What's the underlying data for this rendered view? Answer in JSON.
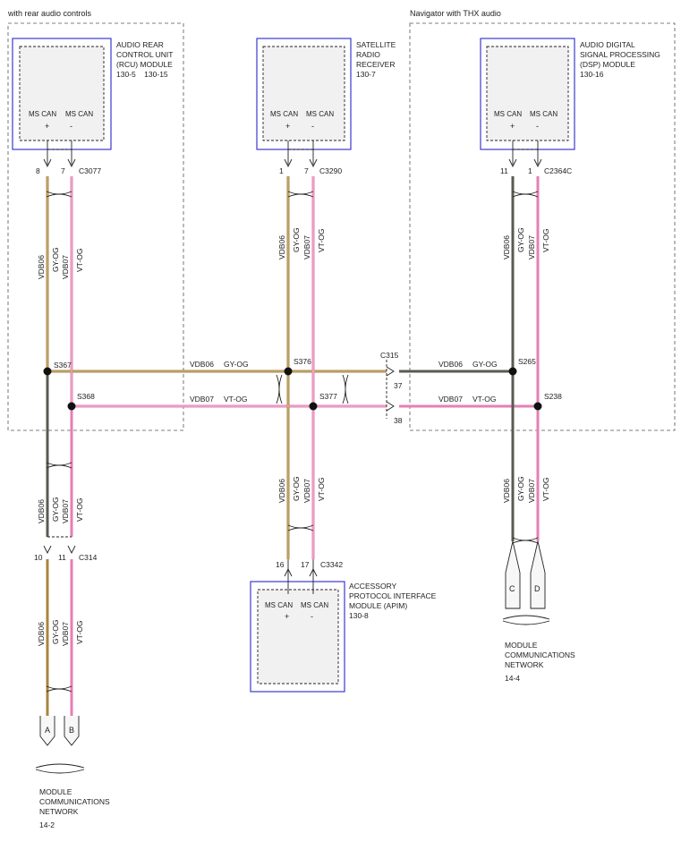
{
  "regions": {
    "rear": "with rear audio controls",
    "thx": "Navigator with THX audio"
  },
  "modules": {
    "rcu": {
      "name_lines": [
        "AUDIO REAR",
        "CONTROL UNIT",
        "(RCU) MODULE",
        "130-5    130-15"
      ],
      "pin_labels": [
        "MS CAN",
        "MS CAN"
      ],
      "signs": [
        "+",
        "-"
      ]
    },
    "sat": {
      "name_lines": [
        "SATELLITE",
        "RADIO",
        "RECEIVER",
        "130-7"
      ],
      "pin_labels": [
        "MS CAN",
        "MS CAN"
      ],
      "signs": [
        "+",
        "-"
      ]
    },
    "dsp": {
      "name_lines": [
        "AUDIO DIGITAL",
        "SIGNAL PROCESSING",
        "(DSP) MODULE",
        "130-16"
      ],
      "pin_labels": [
        "MS CAN",
        "MS CAN"
      ],
      "signs": [
        "+",
        "-"
      ]
    },
    "apim": {
      "name_lines": [
        "ACCESSORY",
        "PROTOCOL INTERFACE",
        "MODULE (APIM)",
        "130-8"
      ],
      "pin_labels": [
        "MS CAN",
        "MS CAN"
      ],
      "signs": [
        "+",
        "-"
      ]
    }
  },
  "connectors": {
    "c3077": {
      "name": "C3077",
      "pins": [
        "8",
        "7"
      ]
    },
    "c3290": {
      "name": "C3290",
      "pins": [
        "1",
        "7"
      ]
    },
    "c2364c": {
      "name": "C2364C",
      "pins": [
        "11",
        "1"
      ]
    },
    "c314": {
      "name": "C314",
      "pins": [
        "10",
        "11"
      ]
    },
    "c3342": {
      "name": "C3342",
      "pins": [
        "16",
        "17"
      ]
    },
    "c315": {
      "name": "C315",
      "pins": [
        "37",
        "38"
      ]
    }
  },
  "splices": [
    "S367",
    "S368",
    "S376",
    "S377",
    "S265",
    "S238"
  ],
  "wires": {
    "plus": {
      "circuit": "VDB06",
      "color": "GY-OG"
    },
    "minus": {
      "circuit": "VDB07",
      "color": "VT-OG"
    }
  },
  "wire_colors": {
    "gy_og": "#a9843f",
    "vt_og": "#e67fb4",
    "dark_gy": "#5a5a50",
    "module_border": "#3a3ad0"
  },
  "refs": {
    "letters": [
      "A",
      "B",
      "C",
      "D"
    ],
    "network_lines": [
      "MODULE",
      "COMMUNICATIONS",
      "NETWORK"
    ],
    "page_left": "14-2",
    "page_right": "14-4"
  }
}
